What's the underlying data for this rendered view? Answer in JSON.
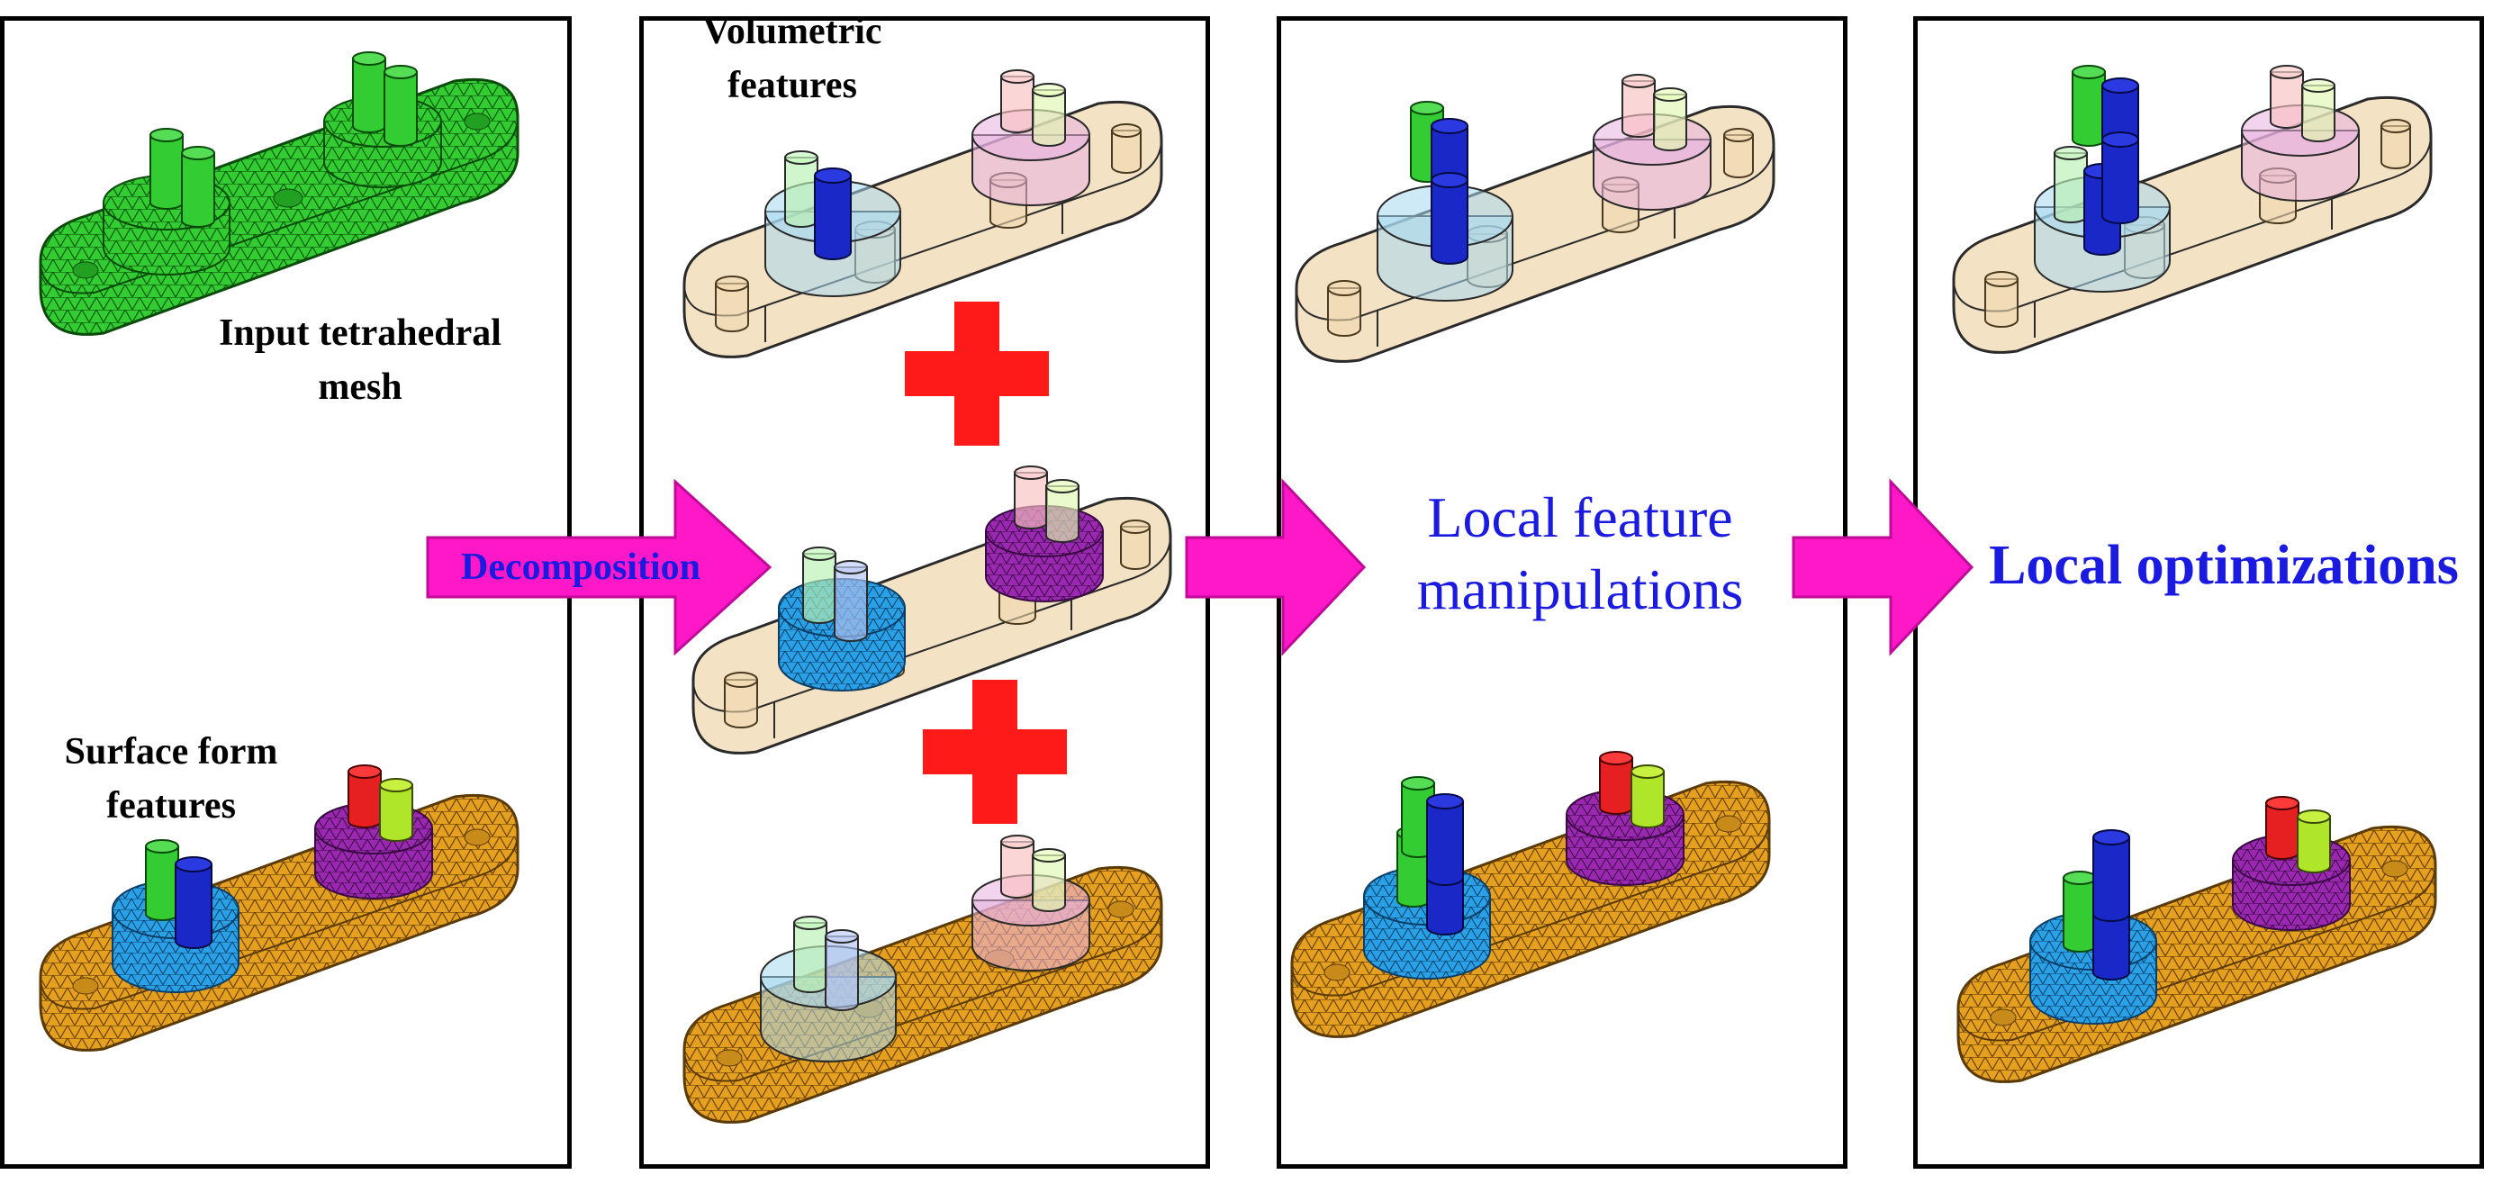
{
  "labels": {
    "input_mesh": "Input tetrahedral mesh",
    "surface_features": "Surface form features",
    "volumetric_features": "Volumetric features",
    "decomposition": "Decomposition",
    "local_feature_manipulations": "Local feature manipulations",
    "local_optimizations": "Local optimizations"
  },
  "colors": {
    "mesh_green": "#33cc33",
    "mesh_orange": "#e6a020",
    "boss_blue": "#2aa0e6",
    "boss_purple": "#9a28b0",
    "pin_red": "#e62020",
    "pin_lime": "#b0e62a",
    "pin_dark_blue": "#1a28c8",
    "translucent_tan": "#f0d8b0",
    "arrow_magenta": "#ff18c8",
    "plus_red": "#ff1a1a",
    "text_blue": "#1a1ae0"
  },
  "icons": [
    "right-arrow-icon",
    "plus-icon"
  ]
}
